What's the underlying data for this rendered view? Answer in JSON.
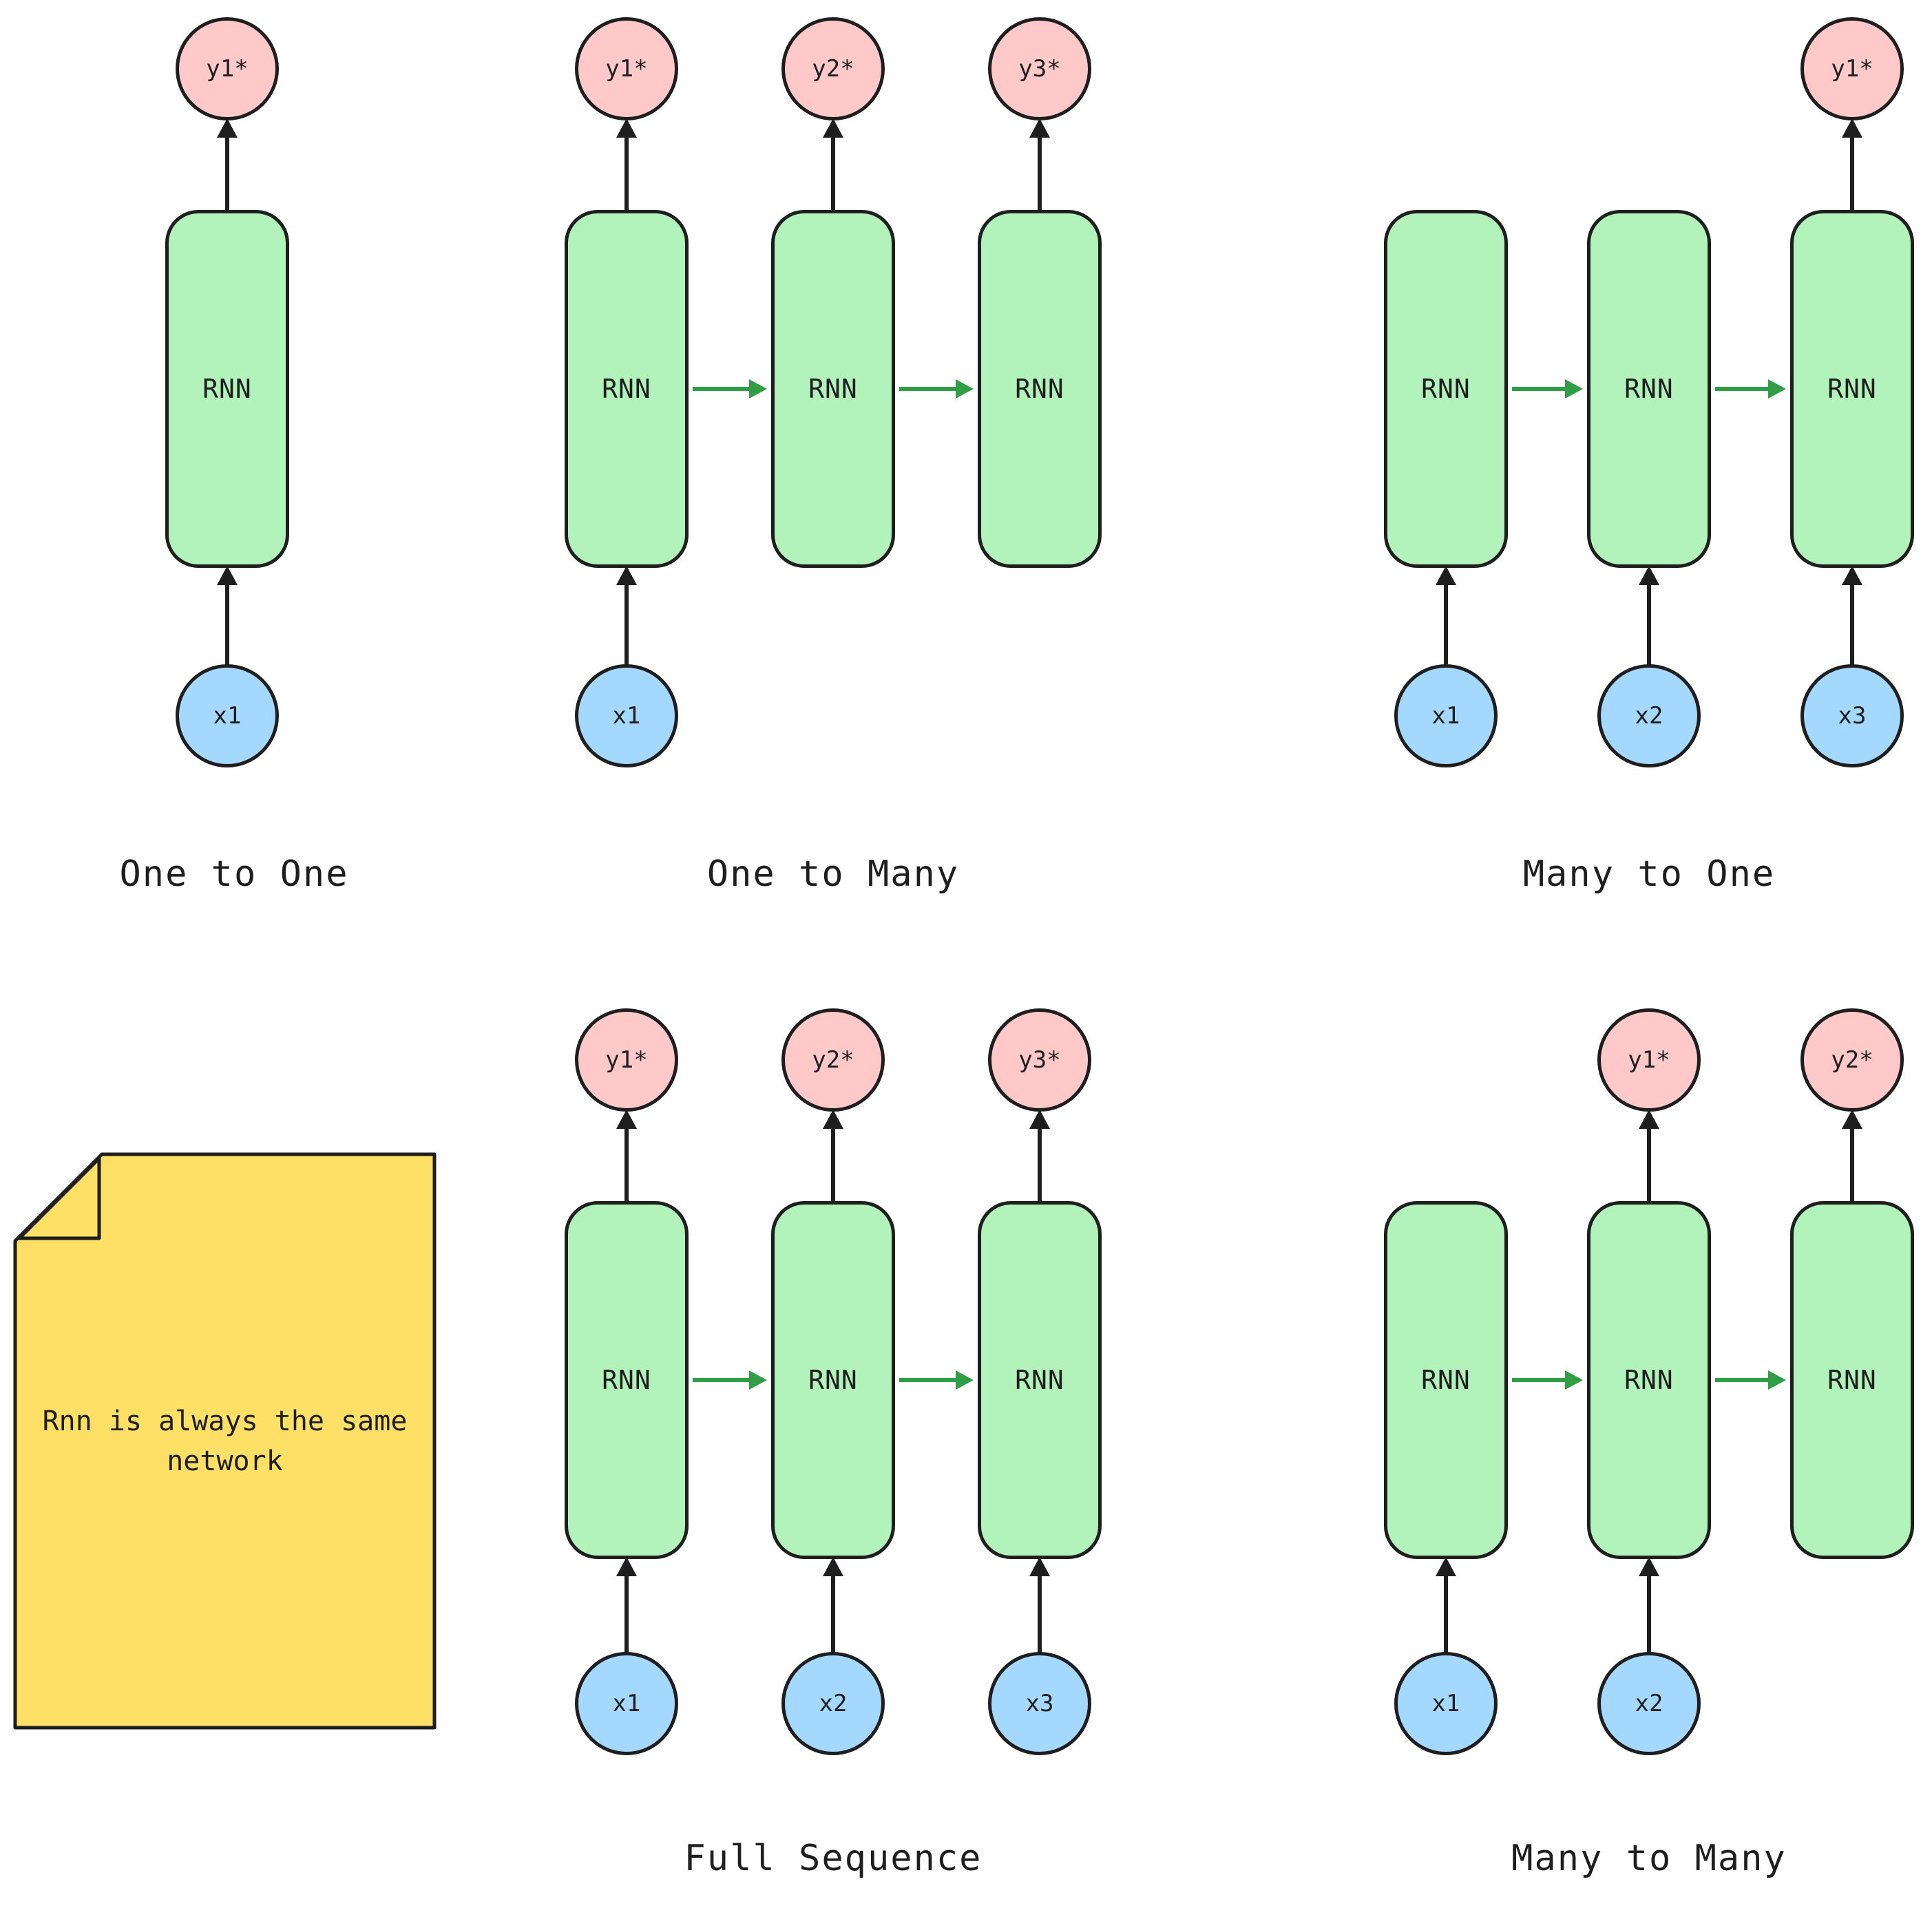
{
  "node_label": "RNN",
  "note": {
    "text": "Rnn is always the same network"
  },
  "colors": {
    "box_fill": "#b2f2bb",
    "input_fill": "#a5d8ff",
    "output_fill": "#ffc9c9",
    "note_fill": "#ffe066",
    "flow_arrow": "#2f9e44",
    "stroke": "#1e1e1e"
  },
  "diagrams": [
    {
      "title": "One to One",
      "units": [
        {
          "input": "x1",
          "output": "y1*"
        }
      ]
    },
    {
      "title": "One to Many",
      "units": [
        {
          "input": "x1",
          "output": "y1*"
        },
        {
          "output": "y2*"
        },
        {
          "output": "y3*"
        }
      ]
    },
    {
      "title": "Many to One",
      "units": [
        {
          "input": "x1"
        },
        {
          "input": "x2"
        },
        {
          "input": "x3",
          "output": "y1*"
        }
      ]
    },
    {
      "title": "Full Sequence",
      "units": [
        {
          "input": "x1",
          "output": "y1*"
        },
        {
          "input": "x2",
          "output": "y2*"
        },
        {
          "input": "x3",
          "output": "y3*"
        }
      ]
    },
    {
      "title": "Many to Many",
      "units": [
        {
          "input": "x1"
        },
        {
          "input": "x2",
          "output": "y1*"
        },
        {
          "output": "y2*"
        }
      ]
    }
  ]
}
